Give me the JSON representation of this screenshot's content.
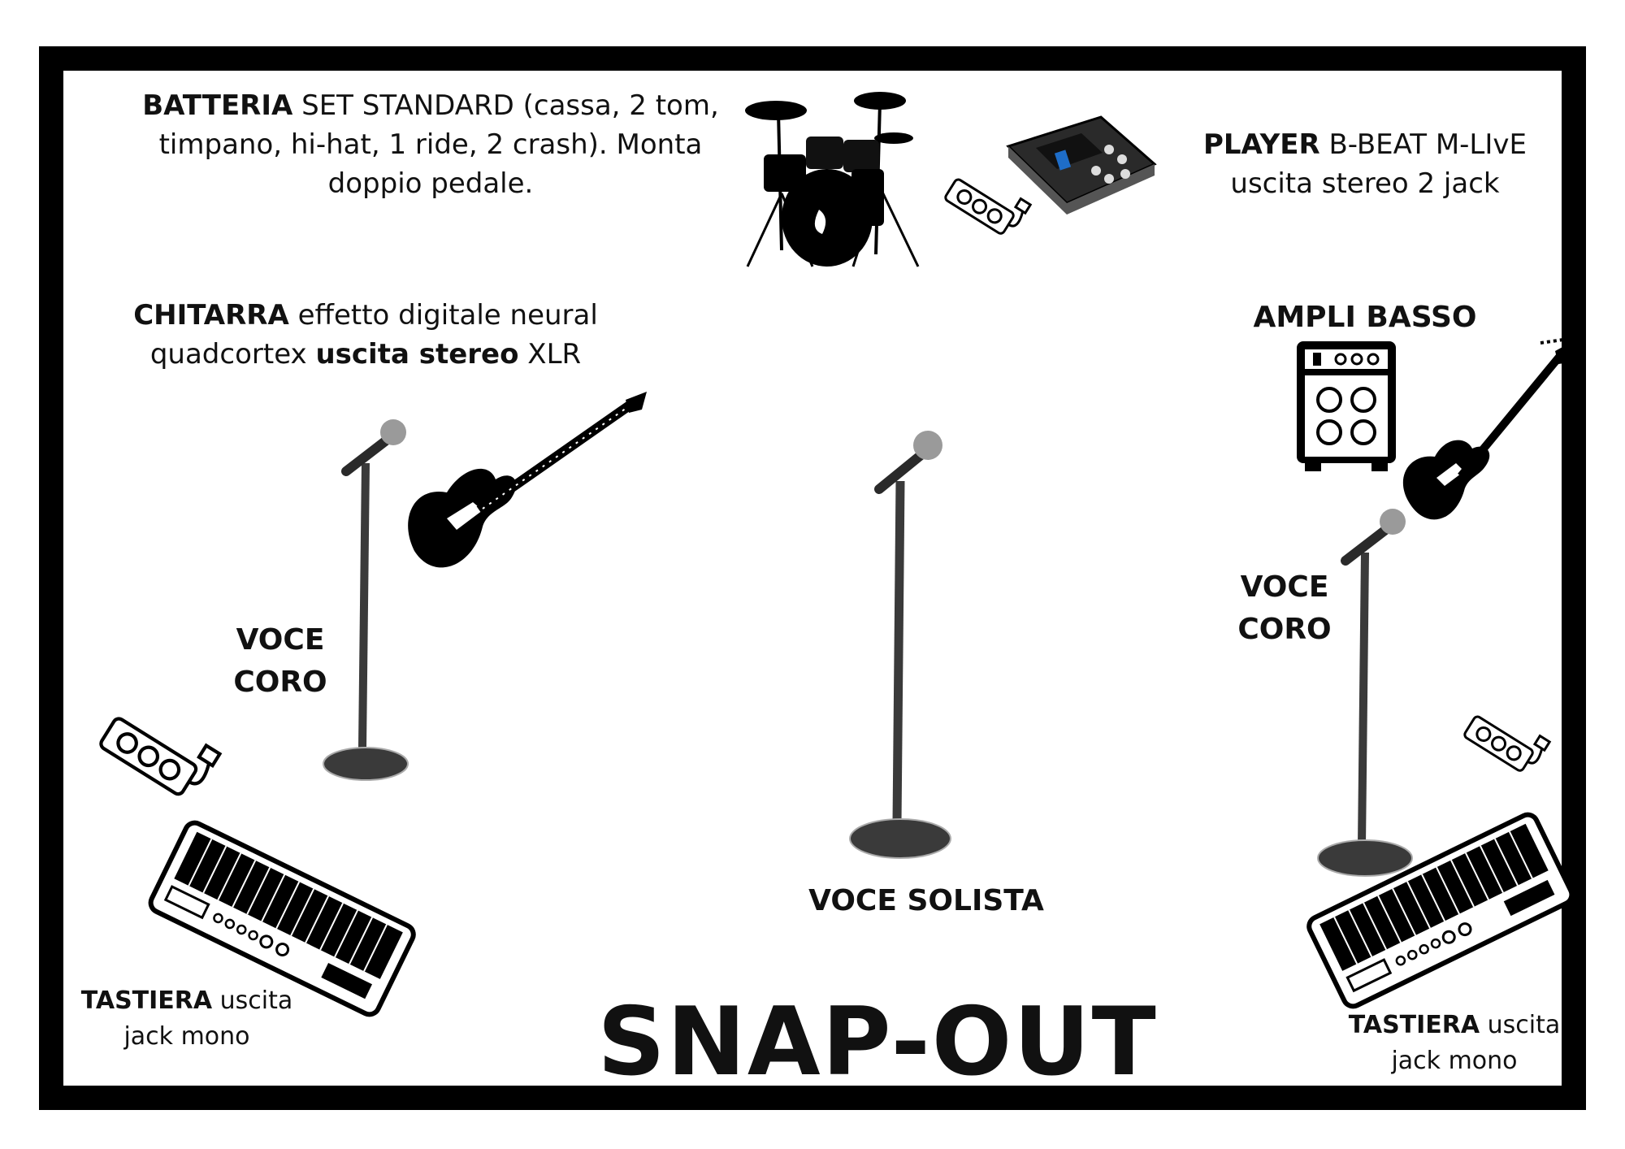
{
  "band_name": "SNAP-OUT",
  "drums": {
    "name": "BATTERIA",
    "line1_rest": " SET STANDARD (cassa, 2 tom,",
    "line2": "timpano, hi-hat, 1 ride, 2 crash). Monta",
    "line3": "doppio pedale."
  },
  "player": {
    "name": "PLAYER",
    "model": " B-BEAT M-LIvE",
    "line2": "uscita stereo 2 jack"
  },
  "guitar": {
    "name": "CHITARRA",
    "line1_rest": "  effetto digitale neural",
    "line2_a": "quadcortex ",
    "line2_b": "uscita stereo",
    "line2_c": " XLR"
  },
  "bass_amp": {
    "label": "AMPLI BASSO"
  },
  "left_vocal": {
    "line1": "VOCE",
    "line2": "CORO"
  },
  "right_vocal": {
    "line1": "VOCE",
    "line2": "CORO"
  },
  "lead_vocal": {
    "label": "VOCE SOLISTA"
  },
  "keyboard_left": {
    "name": "TASTIERA",
    "line1_rest": " uscita",
    "line2": "jack mono"
  },
  "keyboard_right": {
    "name": "TASTIERA",
    "line1_rest": " uscita",
    "line2": "jack mono"
  },
  "icons": [
    "drum-kit-icon",
    "power-strip-icon",
    "player-device-icon",
    "electric-guitar-icon",
    "bass-amp-icon",
    "bass-guitar-icon",
    "mic-stand-icon",
    "keyboard-icon"
  ],
  "colors": {
    "frame": "#000000",
    "background": "#ffffff",
    "mic_stand": "#3a3a3a"
  }
}
